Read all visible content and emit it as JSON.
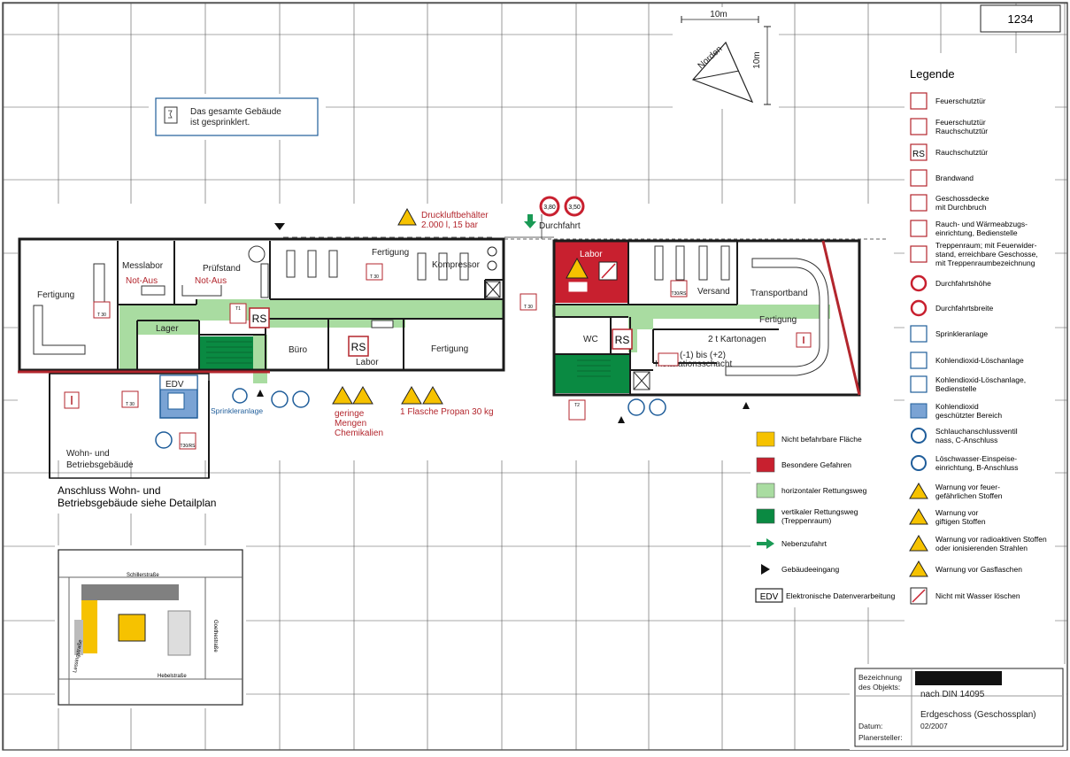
{
  "plan_number": "1234",
  "scale": {
    "horizontal": "10m",
    "vertical": "10m",
    "north": "Norden"
  },
  "sprinkler_note": {
    "line1": "Das gesamte Gebäude",
    "line2": "ist gesprinklert."
  },
  "rooms": {
    "fertigung_west": "Fertigung",
    "messlabor": "Messlabor",
    "not_aus_1": "Not-Aus",
    "pruefstand": "Prüfstand",
    "not_aus_2": "Not-Aus",
    "fertigung_mid": "Fertigung",
    "kompressor": "Kompressor",
    "lager": "Lager",
    "buero": "Büro",
    "labor_mid": "Labor",
    "fertigung_center": "Fertigung",
    "labor_east": "Labor",
    "versand": "Versand",
    "transportband": "Transportband",
    "fertigung_east": "Fertigung",
    "kartonagen": "2 t Kartonagen",
    "wc": "WC",
    "schacht_1": "(-1) bis (+2)",
    "schacht_2": "Installationsschacht",
    "edv": "EDV",
    "sprinkleranlage": "Sprinkleranlage",
    "wohn_1": "Wohn- und",
    "wohn_2": "Betriebsgebäude"
  },
  "hazards": {
    "druckluft_1": "Druckluftbehälter",
    "druckluft_2": "2.000 l, 15 bar",
    "durchfahrt": "Durchfahrt",
    "chem_1": "geringe",
    "chem_2": "Mengen",
    "chem_3": "Chemikalien",
    "propan": "1 Flasche Propan 30 kg",
    "height_limit": "3,80",
    "width_limit": "3,50"
  },
  "door_labels": {
    "t30": "T 30",
    "t30rs": "T30/RS",
    "rs": "RS",
    "t1": "T1",
    "t2": "T2"
  },
  "annex": {
    "line1": "Anschluss Wohn- und",
    "line2": "Betriebsgebäude siehe Detailplan"
  },
  "site_map": {
    "street_north": "Schillerstraße",
    "street_east": "Goethestraße",
    "street_south": "Hebelstraße",
    "street_west": "Lessingstraße"
  },
  "legend": {
    "title": "Legende",
    "items": [
      {
        "text": [
          "Feuerschutztür"
        ]
      },
      {
        "text": [
          "Feuerschutztür",
          "Rauchschutztür"
        ]
      },
      {
        "text": [
          "Rauchschutztür"
        ]
      },
      {
        "text": [
          "Brandwand"
        ]
      },
      {
        "text": [
          "Geschossdecke",
          "mit Durchbruch"
        ]
      },
      {
        "text": [
          "Rauch- und Wärmeabzugs-",
          "einrichtung, Bedienstelle"
        ]
      },
      {
        "text": [
          "Treppenraum; mit Feuerwider-",
          "stand, erreichbare Geschosse,",
          "mit Treppenraumbezeichnung"
        ]
      },
      {
        "text": [
          "Durchfahrtshöhe"
        ]
      },
      {
        "text": [
          "Durchfahrtsbreite"
        ]
      },
      {
        "text": [
          "Sprinkleranlage"
        ]
      },
      {
        "text": [
          "Kohlendioxid-Löschanlage"
        ]
      },
      {
        "text": [
          "Kohlendioxid-Löschanlage,",
          "Bedienstelle"
        ]
      },
      {
        "text": [
          "Kohlendioxid",
          "geschützter Bereich"
        ]
      }
    ],
    "left_items": [
      {
        "text": [
          "Nicht befahrbare Fläche"
        ],
        "color": "#f6c200"
      },
      {
        "text": [
          "Besondere Gefahren"
        ],
        "color": "#c8202f"
      },
      {
        "text": [
          "horizontaler Rettungsweg"
        ],
        "color": "#a9dca1"
      },
      {
        "text": [
          "vertikaler Rettungsweg",
          "(Treppenraum)"
        ],
        "color": "#0a8a42"
      },
      {
        "text": [
          "Nebenzufahrt"
        ],
        "color": "#1a9a55"
      },
      {
        "text": [
          "Gebäudeeingang"
        ]
      },
      {
        "text": [
          "Elektronische Datenverarbeitung"
        ],
        "badge": "EDV"
      }
    ],
    "right_items": [
      {
        "text": [
          "Schlauchanschlussventil",
          "nass, C-Anschluss"
        ]
      },
      {
        "text": [
          "Löschwasser-Einspeise-",
          "einrichtung, B-Anschluss"
        ]
      },
      {
        "text": [
          "Warnung vor feuer-",
          "gefährlichen Stoffen"
        ]
      },
      {
        "text": [
          "Warnung vor",
          "giftigen Stoffen"
        ]
      },
      {
        "text": [
          "Warnung vor radioaktiven Stoffen",
          "oder ionisierenden Strahlen"
        ]
      },
      {
        "text": [
          "Warnung vor Gasflaschen"
        ]
      },
      {
        "text": [
          "Nicht mit Wasser löschen"
        ]
      }
    ]
  },
  "title_block": {
    "bez_1": "Bezeichnung",
    "bez_2": "des Objekts:",
    "norm": "nach DIN 14095",
    "floor": "Erdgeschoss   (Geschossplan)",
    "datum_label": "Datum:",
    "datum": "02/2007",
    "planer_label": "Planersteller:"
  },
  "colors": {
    "red": "#b3262d",
    "green_light": "#a9dca1",
    "green_dark": "#0a8a42",
    "yellow": "#f6c200",
    "hazard_red": "#c8202f",
    "blue": "#1f5d9a"
  }
}
